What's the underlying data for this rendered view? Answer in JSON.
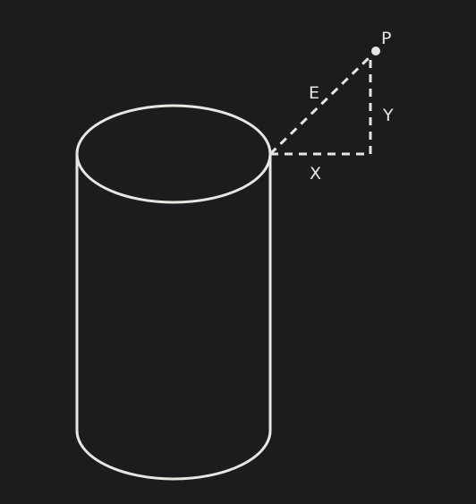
{
  "colors": {
    "background": "#1b1c1e",
    "stroke": "#e8e6e2",
    "text": "#e8e6e2"
  },
  "labels": {
    "point": "P",
    "hypotenuse": "E",
    "horizontal": "X",
    "vertical": "Y"
  }
}
